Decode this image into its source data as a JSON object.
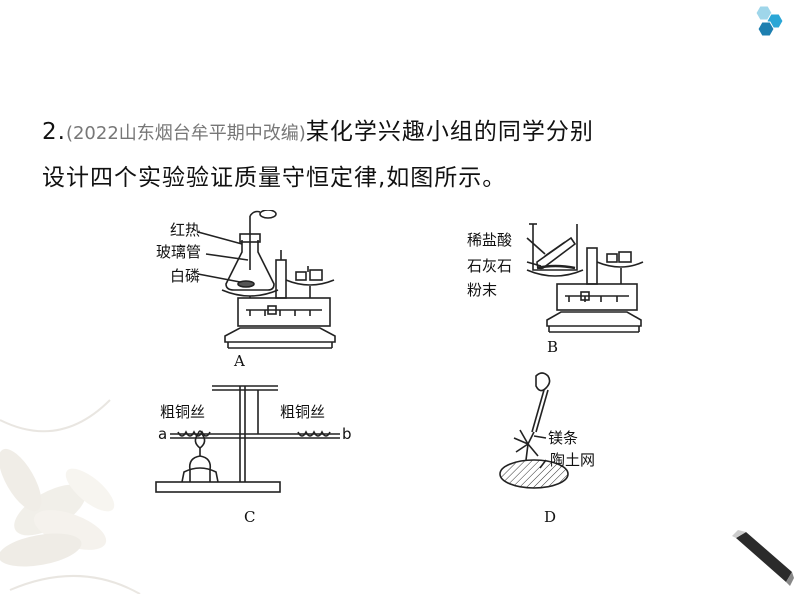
{
  "question": {
    "number": "2.",
    "source": "(2022山东烟台牟平期中改编)",
    "line1": "某化学兴趣小组的同学分别",
    "line2": "设计四个实验验证质量守恒定律,如图所示。"
  },
  "figures": {
    "A": {
      "caption": "A",
      "labels": [
        "红热",
        "玻璃管",
        "白磷"
      ]
    },
    "B": {
      "caption": "B",
      "labels": [
        "稀盐酸",
        "石灰石",
        "粉末"
      ]
    },
    "C": {
      "caption": "C",
      "labels": [
        "粗铜丝",
        "粗铜丝",
        "a",
        "b"
      ]
    },
    "D": {
      "caption": "D",
      "labels": [
        "镁条",
        "陶土网"
      ]
    }
  },
  "colors": {
    "text": "#111111",
    "source_text": "#777777",
    "hex_blue": "#2aa6d6",
    "hex_light": "#9fd6ea"
  },
  "icons": [
    "hexagon-icon",
    "flower-decoration",
    "pen-icon"
  ]
}
